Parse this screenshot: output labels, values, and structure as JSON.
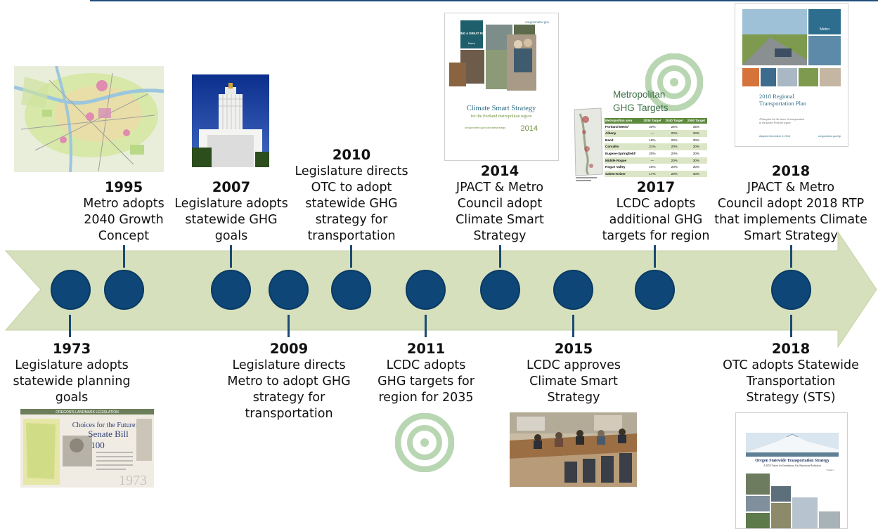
{
  "events": [
    {
      "key": "e1973",
      "year": "1973",
      "desc": "Legislature adopts\nstatewide planning\ngoals"
    },
    {
      "key": "e1995",
      "year": "1995",
      "desc": "Metro adopts\n2040 Growth\nConcept"
    },
    {
      "key": "e2007",
      "year": "2007",
      "desc": "Legislature adopts\nstatewide GHG\ngoals"
    },
    {
      "key": "e2009",
      "year": "2009",
      "desc": "Legislature directs\nMetro to adopt GHG\nstrategy for\ntransportation"
    },
    {
      "key": "e2010",
      "year": "2010",
      "desc": "Legislature directs\nOTC to adopt\nstatewide GHG\nstrategy for\ntransportation"
    },
    {
      "key": "e2011",
      "year": "2011",
      "desc": "LCDC adopts\nGHG targets for\nregion for 2035"
    },
    {
      "key": "e2014",
      "year": "2014",
      "desc": "JPACT & Metro\nCouncil adopt\nClimate Smart\nStrategy"
    },
    {
      "key": "e2015",
      "year": "2015",
      "desc": "LCDC approves\nClimate Smart\nStrategy"
    },
    {
      "key": "e2017",
      "year": "2017",
      "desc": "LCDC adopts\nadditional GHG\ntargets for region"
    },
    {
      "key": "e2018a",
      "year": "2018",
      "desc": "JPACT & Metro\nCouncil adopt 2018 RTP\nthat implements Climate\nSmart Strategy"
    },
    {
      "key": "e2018b",
      "year": "2018",
      "desc": "OTC adopts Statewide\nTransportation\nStrategy (STS)"
    }
  ],
  "thumbnails": {
    "sb100": {
      "title": "Choices for the Future:",
      "title2": "Senate Bill",
      "num": "100",
      "year": "1973",
      "banner": "OREGON'S LANDMARK LEGISLATION"
    },
    "css": {
      "cover_title": "MAKING A GREAT PLACE",
      "brand": "Metro",
      "site": "oregonmetro.gov",
      "title": "Climate Smart Strategy",
      "subtitle": "for the Portland metropolitan region",
      "url": "oregonmetro.gov/climatestrategy",
      "year": "2014"
    },
    "ghg": {
      "title": "Metropolitan\nGHG Targets",
      "table": {
        "headers": [
          "Metropolitan area",
          "2035 Target",
          "2040 Target",
          "2050 Target"
        ],
        "rows": [
          [
            "Portland Metro¹",
            "20%",
            "25%",
            "35%"
          ],
          [
            "Albany",
            "—",
            "20%",
            "30%"
          ],
          [
            "Bend",
            "18%",
            "20%",
            "30%"
          ],
          [
            "Corvallis",
            "21%",
            "20%",
            "30%"
          ],
          [
            "Eugene-Springfield²",
            "20%",
            "20%",
            "30%"
          ],
          [
            "Middle Rogue",
            "—",
            "20%",
            "30%"
          ],
          [
            "Rogue Valley",
            "19%",
            "20%",
            "30%"
          ],
          [
            "Salem-Keizer",
            "17%",
            "20%",
            "30%"
          ]
        ]
      }
    },
    "rtp": {
      "brand": "Metro",
      "title": "2018 Regional\nTransportation Plan",
      "subtitle": "A blueprint for the future of transportation\nin the greater Portland region",
      "adopted": "Adopted December 6, 2018",
      "url": "oregonmetro.gov/rtp"
    },
    "sts": {
      "title": "Oregon Statewide Transportation Strategy",
      "subtitle": "A 2050 Vision for Greenhouse Gas Emissions Reduction",
      "volume": "Volume 1"
    }
  },
  "colors": {
    "arrow": "#d6e0bd",
    "node": "#0d4677",
    "stem": "#1b4a72",
    "target": "#b9d6b2"
  }
}
